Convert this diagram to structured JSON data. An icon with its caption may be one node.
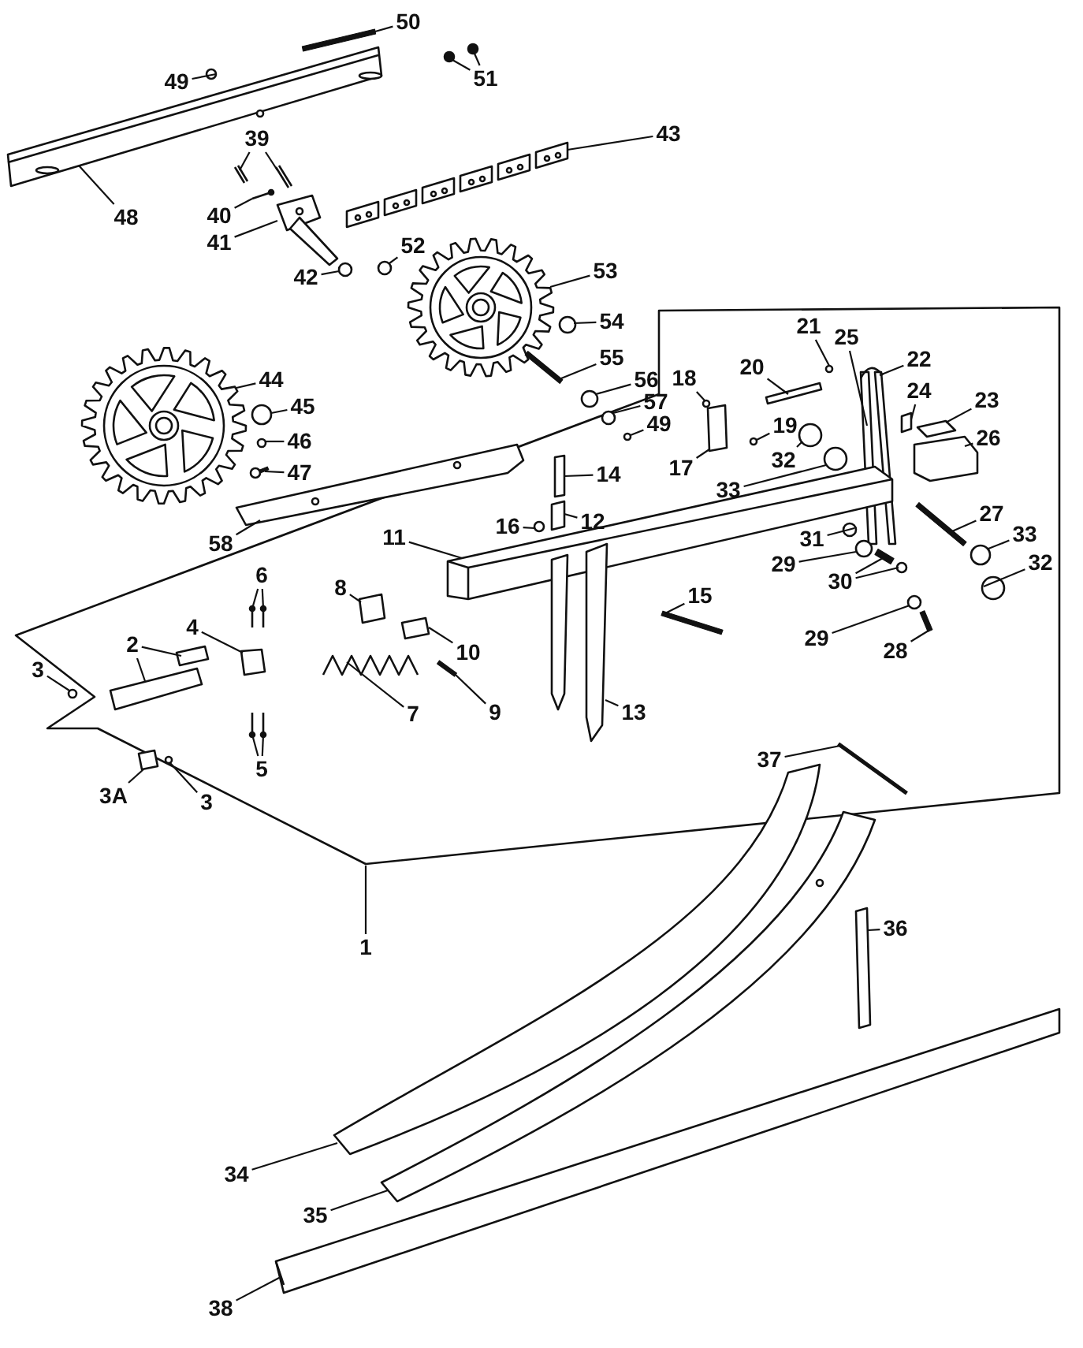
{
  "diagram": {
    "nodes": [
      {
        "text": [
          "50"
        ]
      },
      {
        "text": [
          "51"
        ]
      },
      {
        "text": [
          "49"
        ]
      },
      {
        "text": [
          "39"
        ]
      },
      {
        "text": [
          "43"
        ]
      },
      {
        "text": [
          "48"
        ]
      },
      {
        "text": [
          "40"
        ]
      },
      {
        "text": [
          "41"
        ]
      },
      {
        "text": [
          "52"
        ]
      },
      {
        "text": [
          "42"
        ]
      },
      {
        "text": [
          "53"
        ]
      },
      {
        "text": [
          "54"
        ]
      },
      {
        "text": [
          "55"
        ]
      },
      {
        "text": [
          "56"
        ]
      },
      {
        "text": [
          "57"
        ]
      },
      {
        "text": [
          "49"
        ]
      },
      {
        "text": [
          "44"
        ]
      },
      {
        "text": [
          "45"
        ]
      },
      {
        "text": [
          "46"
        ]
      },
      {
        "text": [
          "47"
        ]
      },
      {
        "text": [
          "58"
        ]
      },
      {
        "text": [
          "21"
        ]
      },
      {
        "text": [
          "25"
        ]
      },
      {
        "text": [
          "22"
        ]
      },
      {
        "text": [
          "20"
        ]
      },
      {
        "text": [
          "18"
        ]
      },
      {
        "text": [
          "24"
        ]
      },
      {
        "text": [
          "23"
        ]
      },
      {
        "text": [
          "26"
        ]
      },
      {
        "text": [
          "19"
        ]
      },
      {
        "text": [
          "17"
        ]
      },
      {
        "text": [
          "32"
        ]
      },
      {
        "text": [
          "33"
        ]
      },
      {
        "text": [
          "14"
        ]
      },
      {
        "text": [
          "12"
        ]
      },
      {
        "text": [
          "11"
        ]
      },
      {
        "text": [
          "16"
        ]
      },
      {
        "text": [
          "27"
        ]
      },
      {
        "text": [
          "31"
        ]
      },
      {
        "text": [
          "33"
        ]
      },
      {
        "text": [
          "29"
        ]
      },
      {
        "text": [
          "30"
        ]
      },
      {
        "text": [
          "32"
        ]
      },
      {
        "text": [
          "6"
        ]
      },
      {
        "text": [
          "8"
        ]
      },
      {
        "text": [
          "4"
        ]
      },
      {
        "text": [
          "2"
        ]
      },
      {
        "text": [
          "15"
        ]
      },
      {
        "text": [
          "10"
        ]
      },
      {
        "text": [
          "29"
        ]
      },
      {
        "text": [
          "28"
        ]
      },
      {
        "text": [
          "3"
        ]
      },
      {
        "text": [
          "7"
        ]
      },
      {
        "text": [
          "13"
        ]
      },
      {
        "text": [
          "9"
        ]
      },
      {
        "text": [
          "5"
        ]
      },
      {
        "text": [
          "3A"
        ]
      },
      {
        "text": [
          "3"
        ]
      },
      {
        "text": [
          "37"
        ]
      },
      {
        "text": [
          "1"
        ]
      },
      {
        "text": [
          "36"
        ]
      },
      {
        "text": [
          "34"
        ]
      },
      {
        "text": [
          "35"
        ]
      },
      {
        "text": [
          "38"
        ]
      },
      {
        "text": [],
        "shape": "bar"
      },
      {
        "text": [],
        "shape": "circle"
      },
      {
        "text": [],
        "shape": "circle"
      },
      {
        "text": [],
        "shape": "circle"
      },
      {
        "text": [],
        "shape": "picture"
      },
      {
        "text": [],
        "shape": "picture"
      },
      {
        "text": [],
        "shape": "picture"
      },
      {
        "text": [],
        "shape": "picture"
      },
      {
        "text": [],
        "shape": "picture"
      },
      {
        "text": [],
        "shape": "picture"
      },
      {
        "text": [],
        "shape": "circle"
      },
      {
        "text": [],
        "shape": "circle"
      },
      {
        "text": [],
        "shape": "picture"
      },
      {
        "text": [],
        "shape": "circle"
      },
      {
        "text": [],
        "shape": "bar"
      },
      {
        "text": [],
        "shape": "circle"
      },
      {
        "text": [],
        "shape": "circle"
      },
      {
        "text": [],
        "shape": "circle"
      },
      {
        "text": [],
        "shape": "picture"
      },
      {
        "text": [],
        "shape": "circle"
      },
      {
        "text": [],
        "shape": "circle"
      },
      {
        "text": [],
        "shape": "picture"
      },
      {
        "text": [],
        "shape": "picture"
      },
      {
        "text": [],
        "shape": "circle"
      },
      {
        "text": [],
        "shape": "picture"
      },
      {
        "text": [],
        "shape": "picture"
      },
      {
        "text": [],
        "shape": "box"
      },
      {
        "text": [],
        "shape": "circle"
      },
      {
        "text": [],
        "shape": "box"
      },
      {
        "text": [],
        "shape": "box"
      },
      {
        "text": [],
        "shape": "box"
      },
      {
        "text": [],
        "shape": "circle"
      },
      {
        "text": [],
        "shape": "box"
      },
      {
        "text": [],
        "shape": "circle"
      },
      {
        "text": [],
        "shape": "circle"
      },
      {
        "text": [],
        "shape": "box"
      },
      {
        "text": [],
        "shape": "box"
      },
      {
        "text": [],
        "shape": "picture"
      },
      {
        "text": [],
        "shape": "circle"
      },
      {
        "text": [],
        "shape": "bar"
      },
      {
        "text": [],
        "shape": "circle"
      },
      {
        "text": [],
        "shape": "circle"
      },
      {
        "text": [],
        "shape": "circle"
      },
      {
        "text": [],
        "shape": "bar"
      },
      {
        "text": [],
        "shape": "circle"
      },
      {
        "text": [],
        "shape": "circle"
      },
      {
        "text": [],
        "shape": "picture"
      },
      {
        "text": [],
        "shape": "picture"
      },
      {
        "text": [],
        "shape": "box"
      },
      {
        "text": [],
        "shape": "box"
      },
      {
        "text": [],
        "shape": "box"
      },
      {
        "text": [],
        "shape": "box"
      },
      {
        "text": [],
        "shape": "bar"
      },
      {
        "text": [],
        "shape": "box"
      },
      {
        "text": [],
        "shape": "circle"
      },
      {
        "text": [],
        "shape": "bar"
      },
      {
        "text": [],
        "shape": "circle"
      },
      {
        "text": [],
        "shape": "picture"
      },
      {
        "text": [],
        "shape": "picture"
      },
      {
        "text": [],
        "shape": "bar"
      },
      {
        "text": [],
        "shape": "picture"
      },
      {
        "text": [],
        "shape": "picture"
      },
      {
        "text": [],
        "shape": "box"
      },
      {
        "text": [],
        "shape": "circle"
      },
      {
        "text": [],
        "shape": "bar"
      },
      {
        "text": [],
        "shape": "box"
      },
      {
        "text": [],
        "shape": "picture"
      },
      {
        "text": [],
        "shape": "picture"
      },
      {
        "text": [],
        "shape": "picture"
      }
    ],
    "edges": [
      {
        "from": 0,
        "to": 64,
        "arrow": "none"
      },
      {
        "from": 1,
        "to": 65,
        "arrow": "none"
      },
      {
        "from": 1,
        "to": 66,
        "arrow": "none"
      },
      {
        "from": 2,
        "to": 67,
        "arrow": "none"
      },
      {
        "from": 3,
        "to": 68,
        "arrow": "none"
      },
      {
        "from": 3,
        "to": 69,
        "arrow": "none"
      },
      {
        "from": 4,
        "to": 70,
        "arrow": "none"
      },
      {
        "from": 5,
        "to": 71,
        "arrow": "none"
      },
      {
        "from": 6,
        "to": 72,
        "arrow": "none"
      },
      {
        "from": 7,
        "to": 73,
        "arrow": "none"
      },
      {
        "from": 8,
        "to": 74,
        "arrow": "none"
      },
      {
        "from": 9,
        "to": 75,
        "arrow": "none"
      },
      {
        "from": 10,
        "to": 76,
        "arrow": "none"
      },
      {
        "from": 11,
        "to": 77,
        "arrow": "none"
      },
      {
        "from": 12,
        "to": 78,
        "arrow": "none"
      },
      {
        "from": 13,
        "to": 79,
        "arrow": "none"
      },
      {
        "from": 14,
        "to": 80,
        "arrow": "none"
      },
      {
        "from": 15,
        "to": 81,
        "arrow": "none"
      },
      {
        "from": 16,
        "to": 82,
        "arrow": "none"
      },
      {
        "from": 17,
        "to": 83,
        "arrow": "none"
      },
      {
        "from": 18,
        "to": 84,
        "arrow": "none"
      },
      {
        "from": 19,
        "to": 85,
        "arrow": "none"
      },
      {
        "from": 20,
        "to": 86,
        "arrow": "none"
      },
      {
        "from": 21,
        "to": 87,
        "arrow": "none"
      },
      {
        "from": 22,
        "to": 88,
        "arrow": "none"
      },
      {
        "from": 23,
        "to": 89,
        "arrow": "none"
      },
      {
        "from": 24,
        "to": 90,
        "arrow": "none"
      },
      {
        "from": 25,
        "to": 91,
        "arrow": "none"
      },
      {
        "from": 26,
        "to": 92,
        "arrow": "none"
      },
      {
        "from": 27,
        "to": 93,
        "arrow": "none"
      },
      {
        "from": 28,
        "to": 94,
        "arrow": "none"
      },
      {
        "from": 29,
        "to": 95,
        "arrow": "none"
      },
      {
        "from": 30,
        "to": 96,
        "arrow": "none"
      },
      {
        "from": 31,
        "to": 97,
        "arrow": "none"
      },
      {
        "from": 32,
        "to": 98,
        "arrow": "none"
      },
      {
        "from": 33,
        "to": 99,
        "arrow": "none"
      },
      {
        "from": 34,
        "to": 100,
        "arrow": "none"
      },
      {
        "from": 35,
        "to": 101,
        "arrow": "none"
      },
      {
        "from": 36,
        "to": 102,
        "arrow": "none"
      },
      {
        "from": 37,
        "to": 103,
        "arrow": "none"
      },
      {
        "from": 38,
        "to": 104,
        "arrow": "none"
      },
      {
        "from": 39,
        "to": 105,
        "arrow": "none"
      },
      {
        "from": 40,
        "to": 106,
        "arrow": "none"
      },
      {
        "from": 41,
        "to": 107,
        "arrow": "none"
      },
      {
        "from": 41,
        "to": 108,
        "arrow": "none"
      },
      {
        "from": 42,
        "to": 109,
        "arrow": "none"
      },
      {
        "from": 43,
        "to": 110,
        "arrow": "none"
      },
      {
        "from": 43,
        "to": 111,
        "arrow": "none"
      },
      {
        "from": 44,
        "to": 112,
        "arrow": "none"
      },
      {
        "from": 45,
        "to": 113,
        "arrow": "none"
      },
      {
        "from": 46,
        "to": 114,
        "arrow": "none"
      },
      {
        "from": 46,
        "to": 115,
        "arrow": "none"
      },
      {
        "from": 47,
        "to": 116,
        "arrow": "none"
      },
      {
        "from": 48,
        "to": 117,
        "arrow": "none"
      },
      {
        "from": 49,
        "to": 118,
        "arrow": "none"
      },
      {
        "from": 50,
        "to": 119,
        "arrow": "none"
      },
      {
        "from": 51,
        "to": 120,
        "arrow": "none"
      },
      {
        "from": 52,
        "to": 121,
        "arrow": "none"
      },
      {
        "from": 53,
        "to": 122,
        "arrow": "none"
      },
      {
        "from": 54,
        "to": 123,
        "arrow": "none"
      },
      {
        "from": 55,
        "to": 124,
        "arrow": "none"
      },
      {
        "from": 55,
        "to": 125,
        "arrow": "none"
      },
      {
        "from": 56,
        "to": 126,
        "arrow": "none"
      },
      {
        "from": 57,
        "to": 127,
        "arrow": "none"
      },
      {
        "from": 58,
        "to": 128,
        "arrow": "none"
      },
      {
        "from": 59,
        "to": null,
        "arrow": "none"
      },
      {
        "from": 60,
        "to": 129,
        "arrow": "none"
      },
      {
        "from": 61,
        "to": 130,
        "arrow": "none"
      },
      {
        "from": 62,
        "to": 131,
        "arrow": "none"
      },
      {
        "from": 63,
        "to": 132,
        "arrow": "none"
      }
    ]
  }
}
